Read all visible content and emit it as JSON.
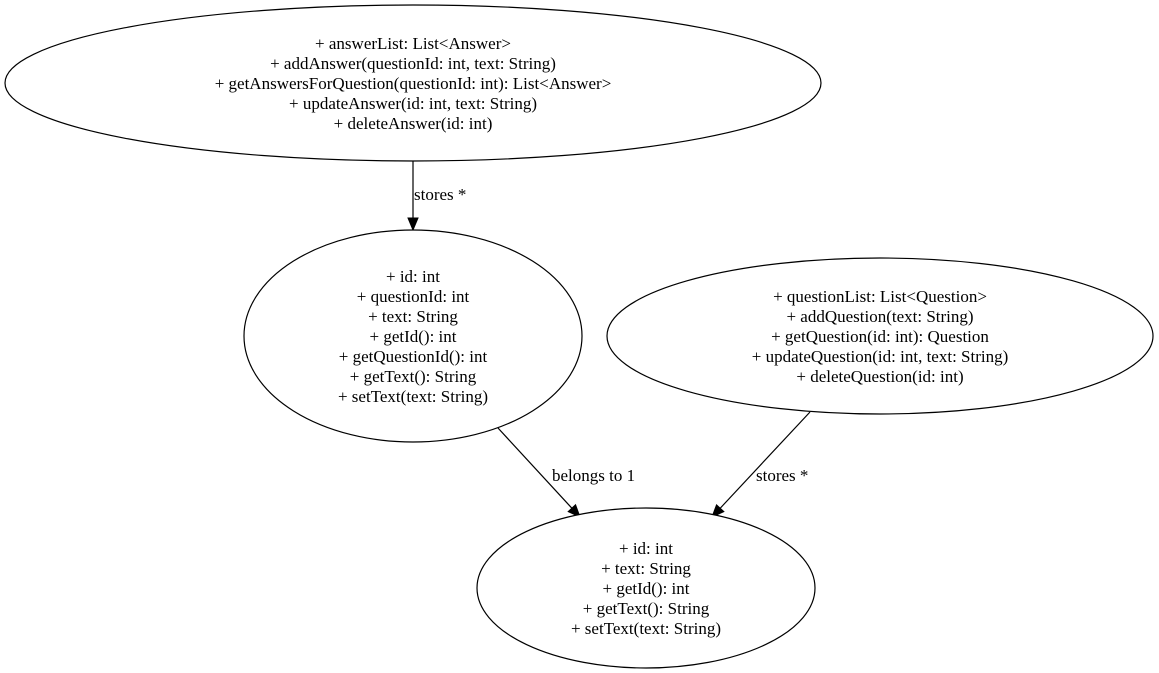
{
  "diagram": {
    "nodes": [
      {
        "id": "answer-repository",
        "lines": [
          "+ answerList: List<Answer>",
          "+ addAnswer(questionId: int, text: String)",
          "+ getAnswersForQuestion(questionId: int): List<Answer>",
          "+ updateAnswer(id: int, text: String)",
          "+ deleteAnswer(id: int)"
        ]
      },
      {
        "id": "answer",
        "lines": [
          "+ id: int",
          "+ questionId: int",
          "+ text: String",
          "+ getId(): int",
          "+ getQuestionId(): int",
          "+ getText(): String",
          "+ setText(text: String)"
        ]
      },
      {
        "id": "question-repository",
        "lines": [
          "+ questionList: List<Question>",
          "+ addQuestion(text: String)",
          "+ getQuestion(id: int): Question",
          "+ updateQuestion(id: int, text: String)",
          "+ deleteQuestion(id: int)"
        ]
      },
      {
        "id": "question",
        "lines": [
          "+ id: int",
          "+ text: String",
          "+ getId(): int",
          "+ getText(): String",
          "+ setText(text: String)"
        ]
      }
    ],
    "edges": [
      {
        "from": "answer-repository",
        "to": "answer",
        "label": "stores *"
      },
      {
        "from": "answer",
        "to": "question",
        "label": "belongs to 1"
      },
      {
        "from": "question-repository",
        "to": "question",
        "label": "stores *"
      }
    ]
  }
}
